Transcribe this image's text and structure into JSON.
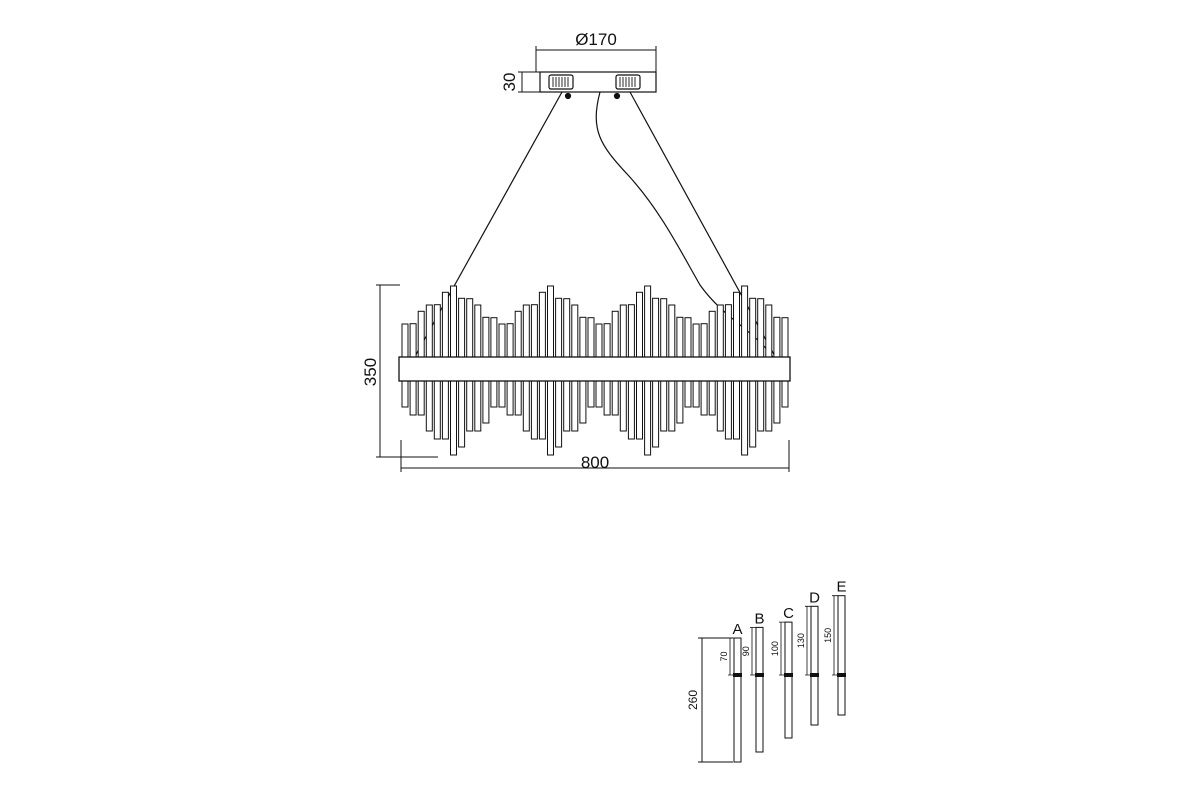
{
  "canopy": {
    "diameter_label": "Ø170",
    "height_label": "30"
  },
  "fixture": {
    "height_label": "350",
    "width_label": "800"
  },
  "rods": {
    "overall_label": "260",
    "items": [
      {
        "letter": "A",
        "length_label": "70",
        "length": 70
      },
      {
        "letter": "B",
        "length_label": "90",
        "length": 90
      },
      {
        "letter": "C",
        "length_label": "100",
        "length": 100
      },
      {
        "letter": "D",
        "length_label": "130",
        "length": 130
      },
      {
        "letter": "E",
        "length_label": "150",
        "length": 150
      }
    ]
  },
  "colors": {
    "line": "#111111",
    "background": "#ffffff"
  }
}
